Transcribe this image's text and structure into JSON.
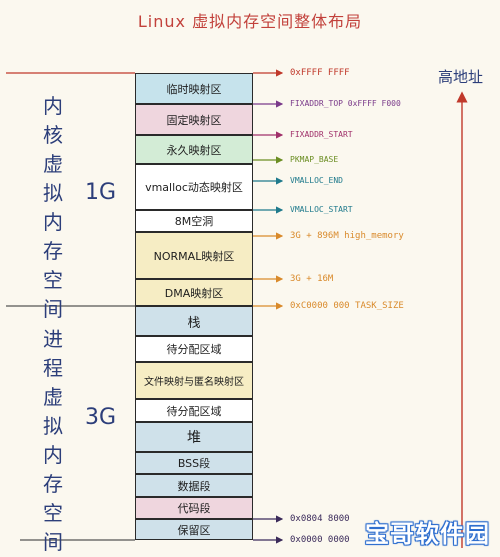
{
  "title": "Linux 虚拟内存空间整体布局",
  "kernel_space": {
    "label": "内核虚拟内存空间",
    "size": "1G"
  },
  "user_space": {
    "label": "进程虚拟内存空间",
    "size": "3G"
  },
  "high_address_label": "高地址",
  "segments": [
    {
      "label": "临时映射区",
      "color": "#c6e3ec"
    },
    {
      "label": "固定映射区",
      "color": "#efd6de"
    },
    {
      "label": "永久映射区",
      "color": "#d3ecd6"
    },
    {
      "label": "vmalloc动态映射区",
      "color": "#ffffff"
    },
    {
      "label": "8M空洞",
      "color": "#ffffff"
    },
    {
      "label": "NORMAL映射区",
      "color": "#f6edc4"
    },
    {
      "label": "DMA映射区",
      "color": "#f6edc4"
    },
    {
      "label": "栈",
      "color": "#cfe1ea"
    },
    {
      "label": "待分配区域",
      "color": "#ffffff"
    },
    {
      "label": "文件映射与匿名映射区",
      "color": "#f6edc4"
    },
    {
      "label": "待分配区域",
      "color": "#ffffff"
    },
    {
      "label": "堆",
      "color": "#cfe1ea"
    },
    {
      "label": "BSS段",
      "color": "#cfe1ea"
    },
    {
      "label": "数据段",
      "color": "#cfe1ea"
    },
    {
      "label": "代码段",
      "color": "#efd6de"
    },
    {
      "label": "保留区",
      "color": "#cfe1ea"
    }
  ],
  "annotations": [
    {
      "text": "0xFFFF FFFF",
      "color": "#c0392b"
    },
    {
      "text": "FIXADDR_TOP  0xFFFF F000",
      "color": "#7a3a8a"
    },
    {
      "text": "FIXADDR_START",
      "color": "#a0306a"
    },
    {
      "text": "PKMAP_BASE",
      "color": "#6b8e23"
    },
    {
      "text": "VMALLOC_END",
      "color": "#1f7a8c"
    },
    {
      "text": "VMALLOC_START",
      "color": "#1f7a8c"
    },
    {
      "text": "3G + 896M  high_memory",
      "color": "#d98a2b"
    },
    {
      "text": "3G + 16M",
      "color": "#d98a2b"
    },
    {
      "text": "0xC0000 000  TASK_SIZE",
      "color": "#d98a2b"
    },
    {
      "text": "0x0804 8000",
      "color": "#3a2a5a"
    },
    {
      "text": "0x0000 0000",
      "color": "#3a2a5a"
    }
  ],
  "watermark": "宝哥软件园"
}
